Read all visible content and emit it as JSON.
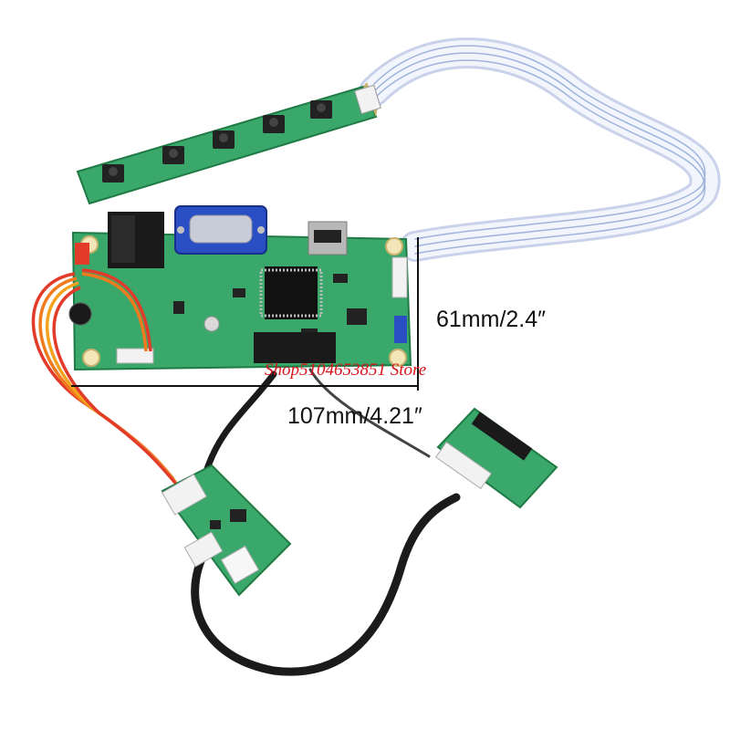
{
  "dimensions": {
    "height_label": "61mm/2.4″",
    "width_label": "107mm/4.21″"
  },
  "watermark": {
    "text": "Shop5104653851 Store",
    "color": "#d8141b"
  },
  "colors": {
    "pcb": "#2fa35e",
    "pcb_dark": "#1f7a45",
    "vga_blue": "#2a4fc4",
    "ribbon": "#dfe6f5",
    "cable": "#1b1b1b",
    "wires": [
      "#e33b2a",
      "#f07a1e",
      "#f4a21e"
    ]
  }
}
